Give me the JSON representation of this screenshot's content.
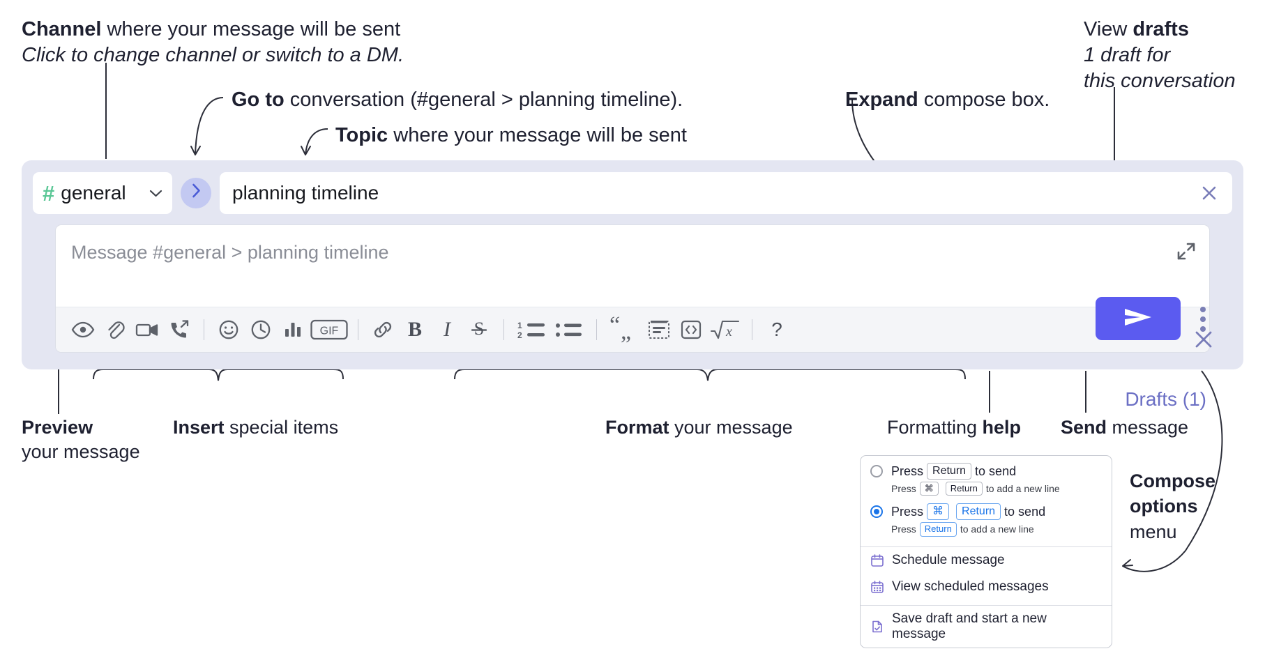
{
  "annotations": {
    "channel": {
      "bold": "Channel",
      "rest": " where your message will be sent",
      "italic": "Click to change channel or switch to a DM."
    },
    "goto": {
      "bold": "Go to",
      "rest": " conversation (#general > planning timeline)."
    },
    "topic": {
      "bold": "Topic",
      "rest": " where your message will be sent"
    },
    "expand": {
      "bold": "Expand",
      "rest": " compose box."
    },
    "drafts": {
      "bold_lead": "View ",
      "bold": "drafts",
      "italic1": "1 draft for",
      "italic2": "this conversation"
    },
    "preview": {
      "bold": "Preview",
      "rest": "your message"
    },
    "insert": {
      "bold": "Insert",
      "rest": " special items"
    },
    "format": {
      "bold": "Format",
      "rest": " your message"
    },
    "formatting_help": {
      "lead": "Formatting ",
      "bold": "help"
    },
    "send": {
      "bold": "Send",
      "rest": " message"
    },
    "compose_options": {
      "bold1": "Compose",
      "bold2": "options",
      "rest": "menu"
    }
  },
  "compose": {
    "channel_name": "general",
    "channel_hash": "#",
    "goto_icon": "chevron-right-icon",
    "topic_value": "planning timeline",
    "topic_clear_icon": "close-icon",
    "message_placeholder": "Message #general > planning timeline",
    "expand_icon": "expand-icon",
    "panel_close_icon": "close-icon",
    "drafts_label": "Drafts (1)",
    "send_icon": "send-paper-plane-icon",
    "kebab_icon": "more-vertical-icon",
    "toolbar": [
      {
        "name": "preview-icon",
        "label": "Preview"
      },
      {
        "name": "attachment-icon",
        "label": "Attach file"
      },
      {
        "name": "video-camera-icon",
        "label": "Record video clip"
      },
      {
        "name": "phone-arrow-icon",
        "label": "Record audio clip"
      },
      {
        "name": "separator",
        "label": ""
      },
      {
        "name": "emoji-smiley-icon",
        "label": "Emoji"
      },
      {
        "name": "clock-icon",
        "label": "Reminder"
      },
      {
        "name": "bar-chart-icon",
        "label": "Poll"
      },
      {
        "name": "gif-icon",
        "label": "GIF"
      },
      {
        "name": "separator",
        "label": ""
      },
      {
        "name": "link-icon",
        "label": "Link"
      },
      {
        "name": "bold-icon",
        "label": "B"
      },
      {
        "name": "italic-icon",
        "label": "I"
      },
      {
        "name": "strikethrough-icon",
        "label": "S"
      },
      {
        "name": "separator",
        "label": ""
      },
      {
        "name": "ordered-list-icon",
        "label": "Ordered list"
      },
      {
        "name": "bulleted-list-icon",
        "label": "Bulleted list"
      },
      {
        "name": "separator",
        "label": ""
      },
      {
        "name": "blockquote-icon",
        "label": "Blockquote"
      },
      {
        "name": "code-block-icon",
        "label": "Code block"
      },
      {
        "name": "code-inline-icon",
        "label": "Code"
      },
      {
        "name": "math-icon",
        "label": "Math"
      },
      {
        "name": "separator",
        "label": ""
      },
      {
        "name": "help-question-icon",
        "label": "?"
      }
    ],
    "gif_text": "GIF",
    "bold_text": "B",
    "italic_text": "I",
    "strike_text": "S",
    "help_text": "?",
    "ordered_one": "1",
    "ordered_two": "2"
  },
  "menu": {
    "options": [
      {
        "selected": false,
        "lead": "Press",
        "keys": [
          "Return"
        ],
        "tail": "to send",
        "sub_lead": "Press",
        "sub_keys": [
          "⌘",
          "Return"
        ],
        "sub_tail": "to add a new line"
      },
      {
        "selected": true,
        "lead": "Press",
        "keys": [
          "⌘",
          "Return"
        ],
        "tail": "to send",
        "sub_lead": "Press",
        "sub_keys": [
          "Return"
        ],
        "sub_tail": "to add a new line"
      }
    ],
    "items": [
      {
        "icon": "calendar-clock-icon",
        "label": "Schedule message"
      },
      {
        "icon": "calendar-grid-icon",
        "label": "View scheduled messages"
      },
      {
        "icon": "file-check-icon",
        "label": "Save draft and start a new message"
      }
    ]
  },
  "colors": {
    "panel_bg": "#e4e6f2",
    "accent_purple": "#5b5bf0",
    "hash_green": "#5bc796",
    "goto_bg": "#c3c9f2",
    "drafts_text": "#6b6fc4",
    "radio_blue": "#1a74e8",
    "menu_icon": "#7b6fd0"
  }
}
